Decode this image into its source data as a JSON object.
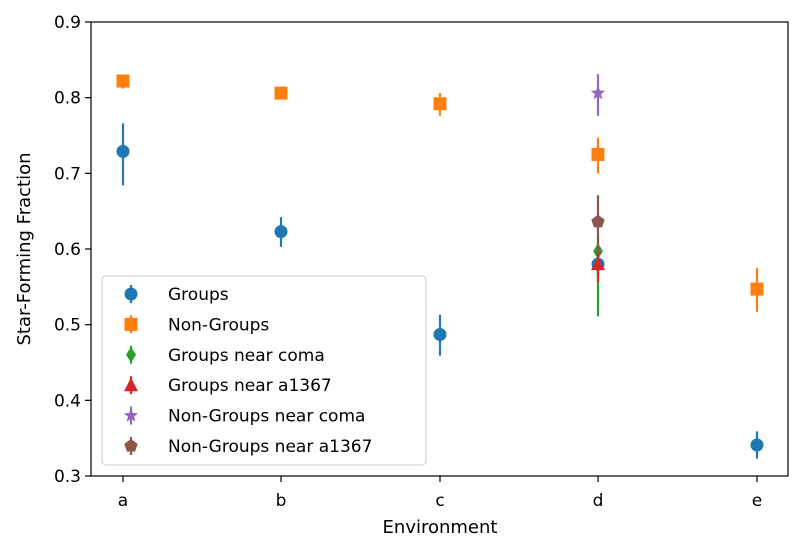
{
  "chart_data": {
    "type": "scatter",
    "title": "",
    "xlabel": "Environment",
    "ylabel": "Star-Forming Fraction",
    "categories": [
      "a",
      "b",
      "c",
      "d",
      "e"
    ],
    "ylim": [
      0.3,
      0.9
    ],
    "yticks": [
      0.3,
      0.4,
      0.5,
      0.6,
      0.7,
      0.8,
      0.9
    ],
    "ytick_labels": [
      "0.3",
      "0.4",
      "0.5",
      "0.6",
      "0.7",
      "0.8",
      "0.9"
    ],
    "grid": false,
    "legend_position": "lower-left",
    "series": [
      {
        "name": "Groups",
        "marker": "circle",
        "color": "#1f77b4",
        "points": [
          {
            "x": "a",
            "y": 0.729,
            "err_low": 0.045,
            "err_high": 0.037
          },
          {
            "x": "b",
            "y": 0.623,
            "err_low": 0.02,
            "err_high": 0.019
          },
          {
            "x": "c",
            "y": 0.487,
            "err_low": 0.028,
            "err_high": 0.026
          },
          {
            "x": "d",
            "y": 0.58,
            "err_low": 0.016,
            "err_high": 0.017
          },
          {
            "x": "e",
            "y": 0.341,
            "err_low": 0.018,
            "err_high": 0.018
          }
        ]
      },
      {
        "name": "Non-Groups",
        "marker": "square",
        "color": "#ff7f0e",
        "points": [
          {
            "x": "a",
            "y": 0.822,
            "err_low": 0.01,
            "err_high": 0.008
          },
          {
            "x": "b",
            "y": 0.806,
            "err_low": 0.008,
            "err_high": 0.008
          },
          {
            "x": "c",
            "y": 0.792,
            "err_low": 0.016,
            "err_high": 0.014
          },
          {
            "x": "d",
            "y": 0.725,
            "err_low": 0.025,
            "err_high": 0.022
          },
          {
            "x": "e",
            "y": 0.547,
            "err_low": 0.03,
            "err_high": 0.028
          }
        ]
      },
      {
        "name": "Groups near coma",
        "marker": "diamond",
        "color": "#2ca02c",
        "points": [
          {
            "x": "d",
            "y": 0.597,
            "err_low": 0.086,
            "err_high": 0.018
          }
        ]
      },
      {
        "name": "Groups near a1367",
        "marker": "triangle",
        "color": "#d62728",
        "points": [
          {
            "x": "d",
            "y": 0.58,
            "err_low": 0.024,
            "err_high": 0.02
          }
        ]
      },
      {
        "name": "Non-Groups near coma",
        "marker": "star",
        "color": "#9467bd",
        "points": [
          {
            "x": "d",
            "y": 0.806,
            "err_low": 0.03,
            "err_high": 0.025
          }
        ]
      },
      {
        "name": "Non-Groups near a1367",
        "marker": "pentagon",
        "color": "#8c564b",
        "points": [
          {
            "x": "d",
            "y": 0.636,
            "err_low": 0.04,
            "err_high": 0.035
          }
        ]
      }
    ]
  }
}
